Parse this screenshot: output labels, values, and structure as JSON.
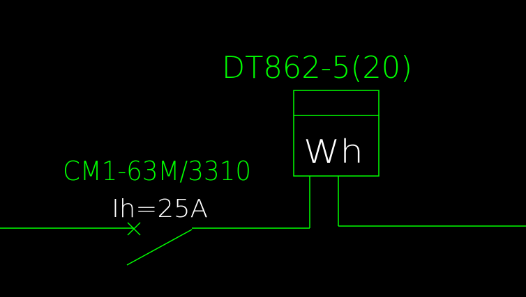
{
  "colors": {
    "background": "#000000",
    "line": "#00ff00",
    "text_green": "#00ff00",
    "text_white": "#ffffff"
  },
  "meter": {
    "model_label": "DT862-5(20)",
    "symbol_label": "Wh"
  },
  "breaker": {
    "model_label": "CM1-63M/3310",
    "rating_label": "Ih=25A"
  }
}
